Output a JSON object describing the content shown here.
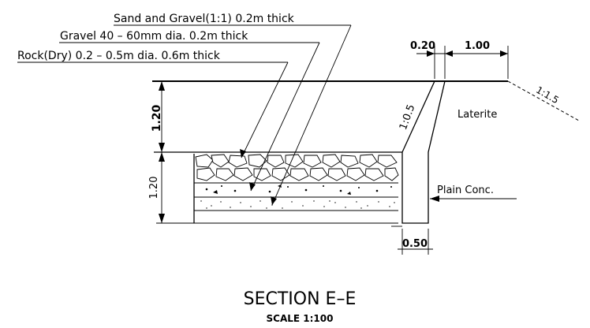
{
  "drawing": {
    "labels": {
      "sand_gravel": "Sand and Gravel(1:1)  0.2m thick",
      "gravel": "Gravel 40 – 60mm dia.  0.2m thick",
      "rock": "Rock(Dry) 0.2 – 0.5m dia. 0.6m thick",
      "laterite": "Laterite",
      "plain_conc": "Plain Conc."
    },
    "dimensions": {
      "top_wall_width": "0.20",
      "top_right_span": "1.00",
      "upper_height": "1.20",
      "lower_height": "1.20",
      "base_width": "0.50"
    },
    "slopes": {
      "wall_batter": "1:0.5",
      "cut_slope": "1:1.5"
    },
    "title": "SECTION E–E",
    "scale": "SCALE 1:100"
  }
}
